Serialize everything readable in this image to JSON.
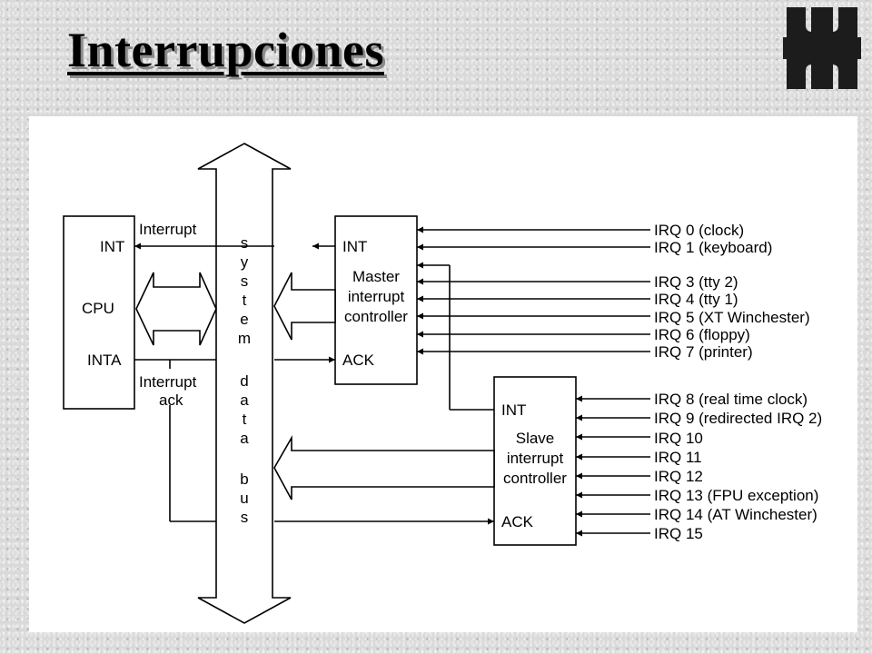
{
  "slide": {
    "title": "Interrupciones"
  },
  "logo": {
    "icon": "utn-logo-icon"
  },
  "diagram": {
    "cpu": {
      "int_label": "INT",
      "name": "CPU",
      "inta_label": "INTA"
    },
    "signals": {
      "interrupt": "Interrupt",
      "interrupt_ack_1": "Interrupt",
      "interrupt_ack_2": "ack"
    },
    "bus_letters": [
      "s",
      "y",
      "s",
      "t",
      "e",
      "m",
      "d",
      "a",
      "t",
      "a",
      "b",
      "u",
      "s"
    ],
    "master": {
      "int_label": "INT",
      "line1": "Master",
      "line2": "interrupt",
      "line3": "controller",
      "ack_label": "ACK"
    },
    "slave": {
      "int_label": "INT",
      "line1": "Slave",
      "line2": "interrupt",
      "line3": "controller",
      "ack_label": "ACK"
    },
    "master_irqs": [
      "IRQ 0 (clock)",
      "IRQ 1 (keyboard)",
      "IRQ 3 (tty 2)",
      "IRQ 4 (tty 1)",
      "IRQ 5 (XT Winchester)",
      "IRQ 6 (floppy)",
      "IRQ 7 (printer)"
    ],
    "slave_irqs": [
      "IRQ 8 (real time clock)",
      "IRQ 9 (redirected IRQ 2)",
      "IRQ 10",
      "IRQ 11",
      "IRQ 12",
      "IRQ 13 (FPU exception)",
      "IRQ 14 (AT Winchester)",
      "IRQ 15"
    ]
  }
}
